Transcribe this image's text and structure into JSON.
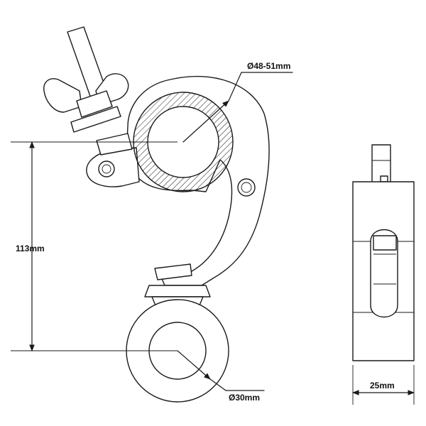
{
  "dimensions": {
    "tube_diameter": "Ø48-51mm",
    "height": "113mm",
    "eye_diameter": "Ø30mm",
    "width": "25mm"
  },
  "colors": {
    "line": "#1a1a1a",
    "background": "#ffffff"
  }
}
